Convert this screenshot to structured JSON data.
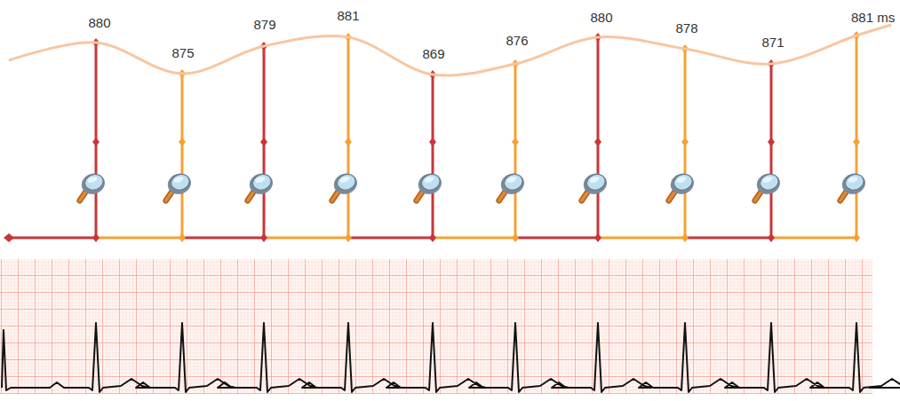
{
  "diagram": {
    "labels": [
      "880",
      "875",
      "879",
      "881",
      "869",
      "876",
      "880",
      "878",
      "871",
      "881 ms"
    ]
  }
}
